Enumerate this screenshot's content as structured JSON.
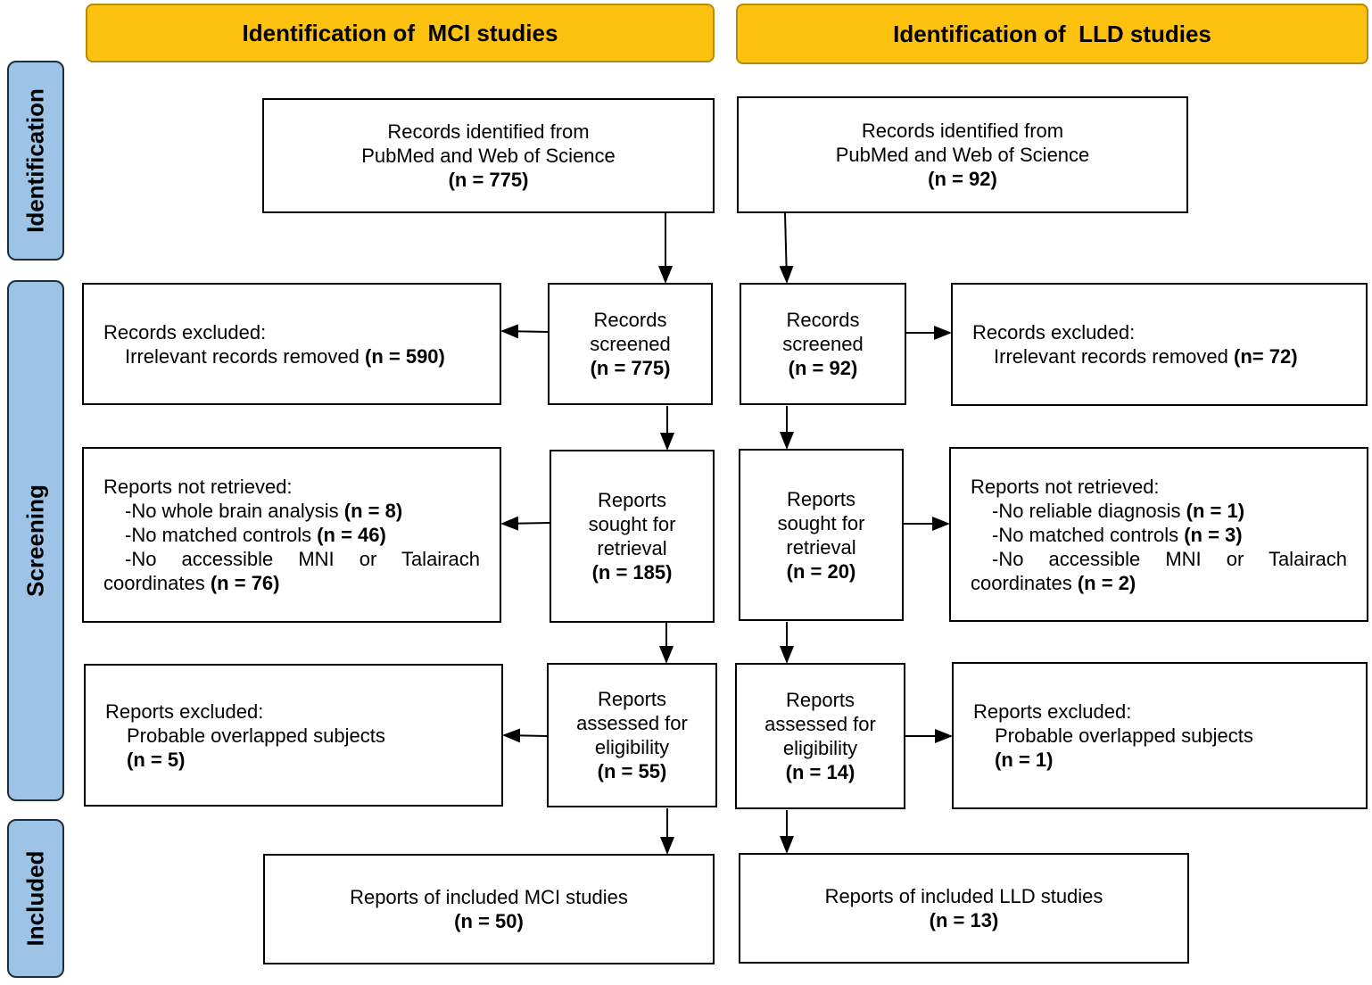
{
  "headers": {
    "mci": "Identification of  MCI studies",
    "lld": "Identification of  LLD studies"
  },
  "stages": {
    "identification": "Identification",
    "screening": "Screening",
    "included": "Included"
  },
  "mci": {
    "identified": {
      "line1": "Records identified from",
      "line2": "PubMed and Web of Science",
      "count": "(n = 775)"
    },
    "screened": {
      "line1": "Records",
      "line2": "screened",
      "count": "(n = 775)"
    },
    "excluded": {
      "heading": "Records excluded:",
      "text": "Irrelevant records removed ",
      "count": "(n = 590)"
    },
    "sought": {
      "line1": "Reports",
      "line2": "sought for",
      "line3": "retrieval",
      "count": "(n = 185)"
    },
    "not_retrieved": {
      "heading": "Reports not retrieved:",
      "item1": "-No whole brain analysis ",
      "item1_count": "(n = 8)",
      "item2": "-No matched controls ",
      "item2_count": "(n = 46)",
      "item3a": "-No accessible MNI or Talairach",
      "item3b": "coordinates ",
      "item3_count": "(n = 76)"
    },
    "assessed": {
      "line1": "Reports",
      "line2": "assessed for",
      "line3": "eligibility",
      "count": "(n = 55)"
    },
    "reports_excluded": {
      "heading": "Reports excluded:",
      "text": "Probable overlapped subjects",
      "count": "(n = 5)"
    },
    "included": {
      "line1": "Reports of included MCI studies",
      "count": "(n = 50)"
    }
  },
  "lld": {
    "identified": {
      "line1": "Records identified from",
      "line2": "PubMed and Web of Science",
      "count": "(n = 92)"
    },
    "screened": {
      "line1": "Records",
      "line2": "screened",
      "count": "(n = 92)"
    },
    "excluded": {
      "heading": "Records excluded:",
      "text": "Irrelevant records removed ",
      "count": "(n= 72)"
    },
    "sought": {
      "line1": "Reports",
      "line2": "sought for",
      "line3": "retrieval",
      "count": "(n = 20)"
    },
    "not_retrieved": {
      "heading": "Reports not retrieved:",
      "item1": "-No reliable diagnosis ",
      "item1_count": "(n = 1)",
      "item2": "-No matched controls ",
      "item2_count": "(n = 3)",
      "item3a": "-No accessible MNI or Talairach",
      "item3b": "coordinates ",
      "item3_count": "(n = 2)"
    },
    "assessed": {
      "line1": "Reports",
      "line2": "assessed for",
      "line3": "eligibility",
      "count": "(n = 14)"
    },
    "reports_excluded": {
      "heading": "Reports excluded:",
      "text": "Probable overlapped subjects",
      "count": "(n = 1)"
    },
    "included": {
      "line1": "Reports of included LLD studies",
      "count": "(n = 13)"
    }
  },
  "colors": {
    "header": "#fdc10f",
    "stage": "#9dc3e6",
    "border": "#000000"
  }
}
